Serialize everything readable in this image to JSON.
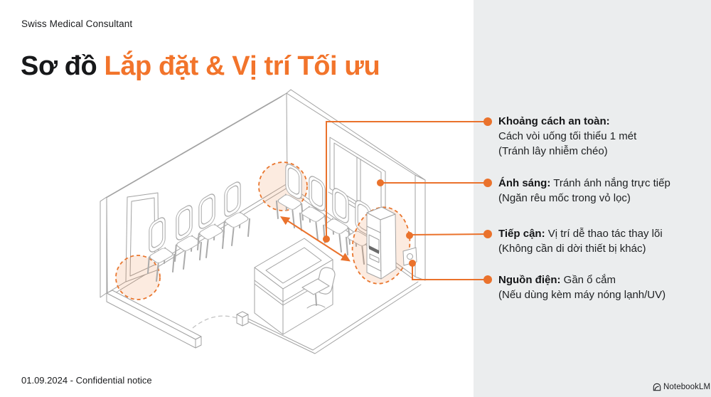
{
  "header": {
    "brand": "Swiss Medical Consultant"
  },
  "title": {
    "prefix": "Sơ đồ ",
    "highlight": "Lắp đặt & Vị trí Tối ưu"
  },
  "annotations": [
    {
      "label": "Khoảng cách an toàn:",
      "inline": "",
      "lines": [
        "Cách vòi uống tối thiểu 1 mét",
        "(Tránh lây nhiễm chéo)"
      ]
    },
    {
      "label": "Ánh sáng:",
      "inline": " Tránh ánh nắng trực tiếp",
      "lines": [
        "(Ngăn rêu mốc trong vỏ lọc)"
      ]
    },
    {
      "label": "Tiếp cận:",
      "inline": " Vị trí dễ thao tác thay lõi",
      "lines": [
        "(Không cần di dời thiết bị khác)"
      ]
    },
    {
      "label": "Nguồn điện:",
      "inline": " Gần ổ cắm",
      "lines": [
        "(Nếu dùng kèm máy nóng lạnh/UV)"
      ]
    }
  ],
  "footer": {
    "date_notice": "01.09.2024 - Confidential notice"
  },
  "logo": {
    "text": "NotebookLM",
    "icon": "notebooklm-icon"
  },
  "colors": {
    "accent_title": "#f2742b",
    "accent_lines": "#ea722c",
    "highlight_fill": "rgba(236,120,48,0.15)",
    "panel_bg": "#ebedee",
    "line_art_gray": "#a2a2a2"
  },
  "diagram": {
    "type": "isometric-waiting-room",
    "elements": [
      "door",
      "window",
      "waiting-chairs-left-row",
      "waiting-chairs-back-row",
      "reception-counter",
      "office-chair",
      "water-dispenser",
      "power-outlet",
      "entrance-swing-arc"
    ],
    "highlights": [
      "corner-clearance-circle",
      "door-clearance-circle",
      "dispenser-highlight-ellipse",
      "distance-arrow"
    ]
  }
}
